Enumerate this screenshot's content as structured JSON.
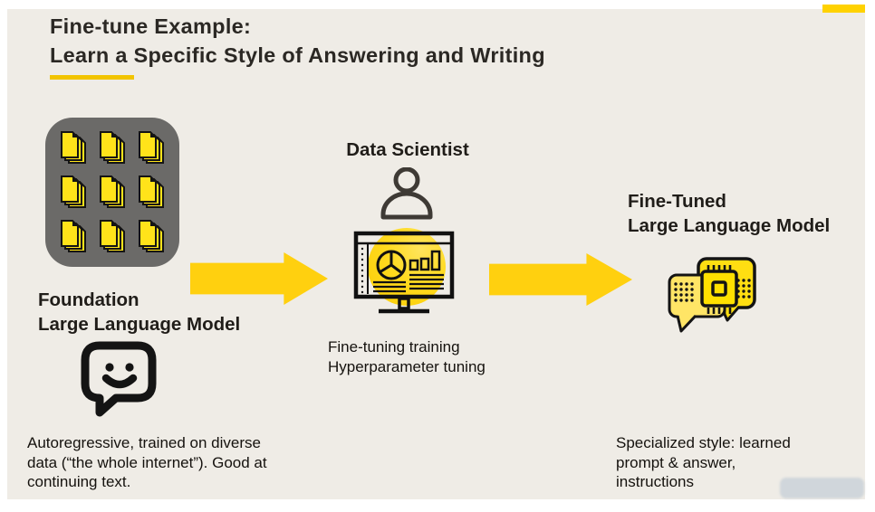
{
  "title": {
    "line1": "Fine-tune Example:",
    "line2": "Learn a Specific Style of Answering and Writing"
  },
  "foundation": {
    "heading_line1": "Foundation",
    "heading_line2": "Large Language Model",
    "description_lines": [
      "Autoregressive, trained on diverse",
      "data (“the whole internet”). Good at",
      "continuing text."
    ]
  },
  "data_scientist": {
    "heading": "Data Scientist",
    "caption_lines": [
      "Fine-tuning training",
      "Hyperparameter tuning"
    ]
  },
  "fine_tuned": {
    "heading_line1": "Fine-Tuned",
    "heading_line2": "Large Language Model",
    "description_lines": [
      "Specialized style: learned",
      "prompt & answer,",
      "instructions"
    ]
  },
  "colors": {
    "slide_background": "#EFECE6",
    "accent_yellow": "#FFD00F",
    "underline_gold": "#F2C400",
    "top_bar_yellow": "#FFD200",
    "box_gray": "#6B6A68",
    "document_yellow": "#FFE31A",
    "icon_black": "#141414"
  }
}
